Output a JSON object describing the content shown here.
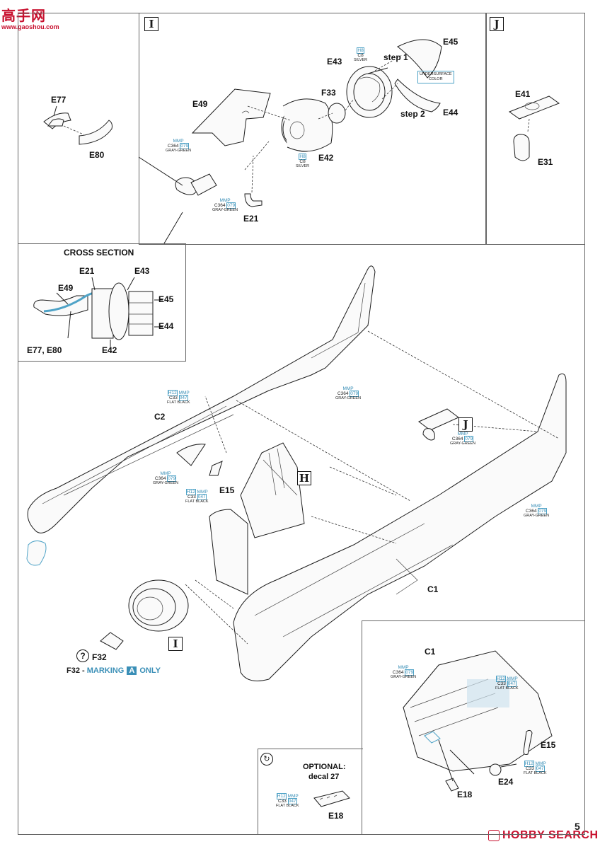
{
  "watermark": {
    "top_left_logo_text": "高手网",
    "top_left_url": "www.gaoshou.com",
    "bottom_right": "HOBBY SEARCH"
  },
  "page_number": "5",
  "panel_I": {
    "letter": "I",
    "labels": {
      "E49": "E49",
      "E43": "E43",
      "E45": "E45",
      "E33": "F33",
      "E44": "E44",
      "E42": "E42",
      "E21": "E21",
      "step1": "step 1",
      "step2": "step 2"
    },
    "paint_silver_top": {
      "h": "H8",
      "c": "C8",
      "name": "SILVER"
    },
    "paint_silver_mid": {
      "h": "H8",
      "c": "C8",
      "name": "SILVER"
    },
    "paint_gg_e49": {
      "mmp": "MMP",
      "c": "C364",
      "n": "079",
      "name": "GRAY-GREEN"
    },
    "paint_gg_e21": {
      "mmp": "MMP",
      "c": "C364",
      "n": "079",
      "name": "GRAY-GREEN"
    },
    "underside_note": {
      "line1": "UNDERSURFACE",
      "line2": "COLOR"
    }
  },
  "panel_J": {
    "letter": "J",
    "labels": {
      "E41": "E41",
      "E31": "E31"
    }
  },
  "top_left": {
    "labels": {
      "E77": "E77",
      "E80": "E80"
    }
  },
  "cross_section": {
    "title": "CROSS SECTION",
    "labels": {
      "E21": "E21",
      "E43": "E43",
      "E49": "E49",
      "E45": "E45",
      "E44": "E44",
      "E7780": "E77, E80",
      "E42": "E42"
    }
  },
  "main": {
    "labels": {
      "C2": "C2",
      "E15": "E15",
      "C1": "C1",
      "F32": "F32"
    },
    "box_H": "H",
    "box_I": "I",
    "box_J": "J",
    "paint_fb_c2": {
      "h": "H12",
      "mmp": "MMP",
      "c": "C33",
      "n": "047",
      "name": "FLAT BLACK"
    },
    "paint_gg_c2": {
      "mmp": "MMP",
      "c": "C364",
      "n": "079",
      "name": "GRAY-GREEN"
    },
    "paint_fb_e15": {
      "h": "H12",
      "mmp": "MMP",
      "c": "C33",
      "n": "047",
      "name": "FLAT BLACK"
    },
    "paint_gg_tail": {
      "mmp": "MMP",
      "c": "C364",
      "n": "079",
      "name": "GRAY-GREEN"
    },
    "paint_gg_j": {
      "mmp": "MMP",
      "c": "C364",
      "n": "079",
      "name": "GRAY-GREEN"
    },
    "paint_gg_fus": {
      "mmp": "MMP",
      "c": "C364",
      "n": "079",
      "name": "GRAY-GREEN"
    },
    "question_mark": "?",
    "marking_note": {
      "prefix": "F32 - ",
      "marking": "MARKING",
      "letter": "A",
      "suffix": "ONLY"
    }
  },
  "optional": {
    "icon": "cycle-icon",
    "title_line1": "OPTIONAL:",
    "title_line2": "decal 27",
    "paint": {
      "h": "H12",
      "mmp": "MMP",
      "c": "C33",
      "n": "047",
      "name": "FLAT BLACK"
    },
    "label": "E18"
  },
  "inset": {
    "labels": {
      "C1": "C1",
      "E15": "E15",
      "E24": "E24",
      "E18": "E18"
    },
    "paint_gg": {
      "mmp": "MMP",
      "c": "C364",
      "n": "079",
      "name": "GRAY-GREEN"
    },
    "paint_fb": {
      "h": "H12",
      "mmp": "MMP",
      "c": "C33",
      "n": "047",
      "name": "FLAT BLACK"
    },
    "paint_fb_e24": {
      "h": "H12",
      "mmp": "MMP",
      "c": "C33",
      "n": "047",
      "name": "FLAT BLACK"
    }
  },
  "colors": {
    "paint_blue": "#3a8fb7",
    "callout_blue": "#4fa3c7",
    "line": "#1d1d1d"
  }
}
